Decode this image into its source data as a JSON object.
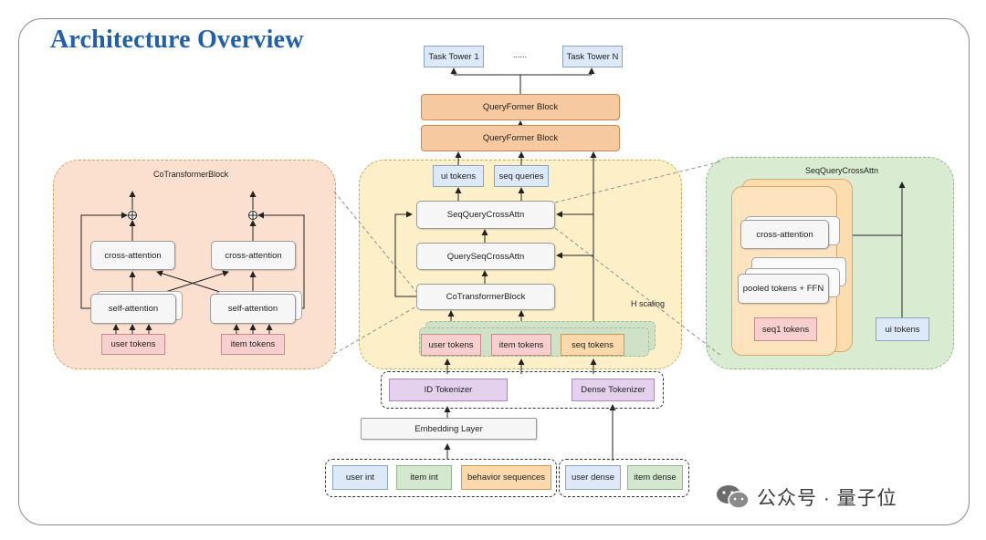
{
  "title": "Architecture Overview",
  "top": {
    "task_tower_1": "Task Tower 1",
    "ellipsis": "......",
    "task_tower_n": "Task Tower N",
    "queryformer_1": "QueryFormer Block",
    "queryformer_2": "QueryFormer Block"
  },
  "center": {
    "ui_tokens": "ui tokens",
    "seq_queries": "seq queries",
    "seq_query_cross_attn": "SeqQueryCrossAttn",
    "query_seq_cross_attn": "QuerySeqCrossAttn",
    "co_transformer_block": "CoTransformerBlock",
    "h_scaling": "H scaling",
    "user_tokens": "user tokens",
    "item_tokens": "item tokens",
    "seq_tokens": "seq tokens"
  },
  "tokenizers": {
    "id": "ID Tokenizer",
    "dense": "Dense Tokenizer",
    "embedding": "Embedding Layer"
  },
  "inputs": {
    "user_int": "user int",
    "item_int": "item int",
    "behavior_sequences": "behavior sequences",
    "user_dense": "user dense",
    "item_dense": "item dense"
  },
  "left_panel": {
    "title": "CoTransformerBlock",
    "cross_attention_1": "cross-attention",
    "cross_attention_2": "cross-attention",
    "self_attention_1": "self-attention",
    "self_attention_2": "self-attention",
    "user_tokens": "user tokens",
    "item_tokens": "item tokens"
  },
  "right_panel": {
    "title": "SeqQueryCrossAttn",
    "cross_attention": "cross-attention",
    "pooled_tokens_ffn": "pooled tokens + FFN",
    "seq1_tokens": "seq1 tokens",
    "ui_tokens": "ui tokens"
  },
  "watermark": {
    "text": "公众号 · 量子位",
    "icon": "wechat-icon"
  },
  "colors": {
    "title": "#1f5fae",
    "left_panel_fill": "#fbe0cf",
    "center_panel_fill": "#fdf0c8",
    "right_panel_fill": "#d9ecd2",
    "token_pink": "#f8cfcf",
    "token_blue": "#dde8f8",
    "token_green": "#d4e8cf",
    "token_orange": "#fbd9ad",
    "tokenizer_purple": "#e3d1ee",
    "queryformer": "#f7c9a0"
  }
}
